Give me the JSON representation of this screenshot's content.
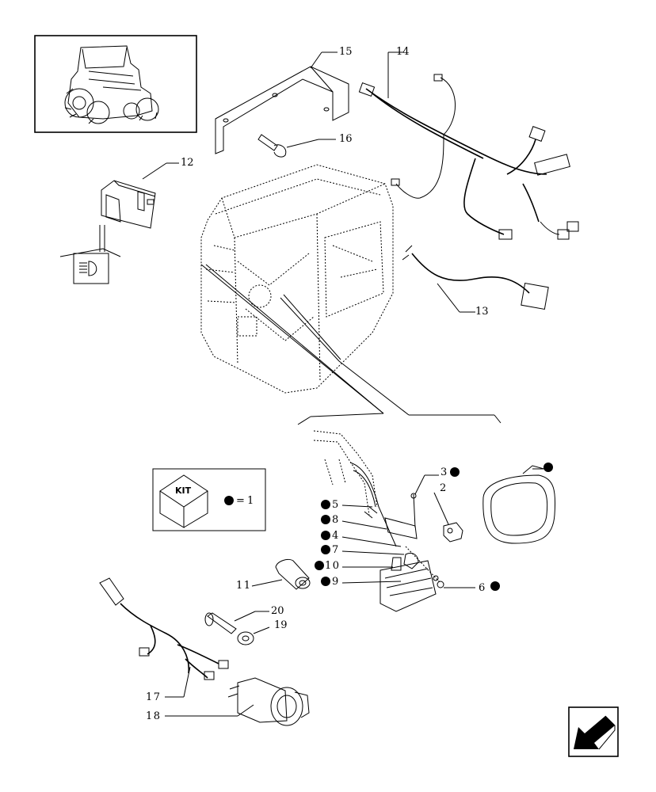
{
  "title": "",
  "kit_legend": {
    "box_text": "KIT",
    "equals": "=",
    "ref": "1"
  },
  "callouts": [
    {
      "id": "c1",
      "label": "1"
    },
    {
      "id": "c2",
      "label": "2"
    },
    {
      "id": "c3",
      "label": "3"
    },
    {
      "id": "c4",
      "label": "4"
    },
    {
      "id": "c5",
      "label": "5"
    },
    {
      "id": "c6",
      "label": "6"
    },
    {
      "id": "c7",
      "label": "7"
    },
    {
      "id": "c8",
      "label": "8"
    },
    {
      "id": "c9",
      "label": "9"
    },
    {
      "id": "c10",
      "label": "10"
    },
    {
      "id": "c11",
      "label": "11"
    },
    {
      "id": "c12",
      "label": "12"
    },
    {
      "id": "c13",
      "label": "13"
    },
    {
      "id": "c14",
      "label": "14"
    },
    {
      "id": "c15",
      "label": "15"
    },
    {
      "id": "c16",
      "label": "16"
    },
    {
      "id": "c17",
      "label": "17"
    },
    {
      "id": "c18",
      "label": "18"
    },
    {
      "id": "c19",
      "label": "19"
    },
    {
      "id": "c20",
      "label": "20"
    }
  ],
  "icons": {
    "tractor_thumbnail": "tractor-icon",
    "worklight_symbol": "worklight-icon",
    "nav_arrow": "arrow-down-left-icon"
  }
}
